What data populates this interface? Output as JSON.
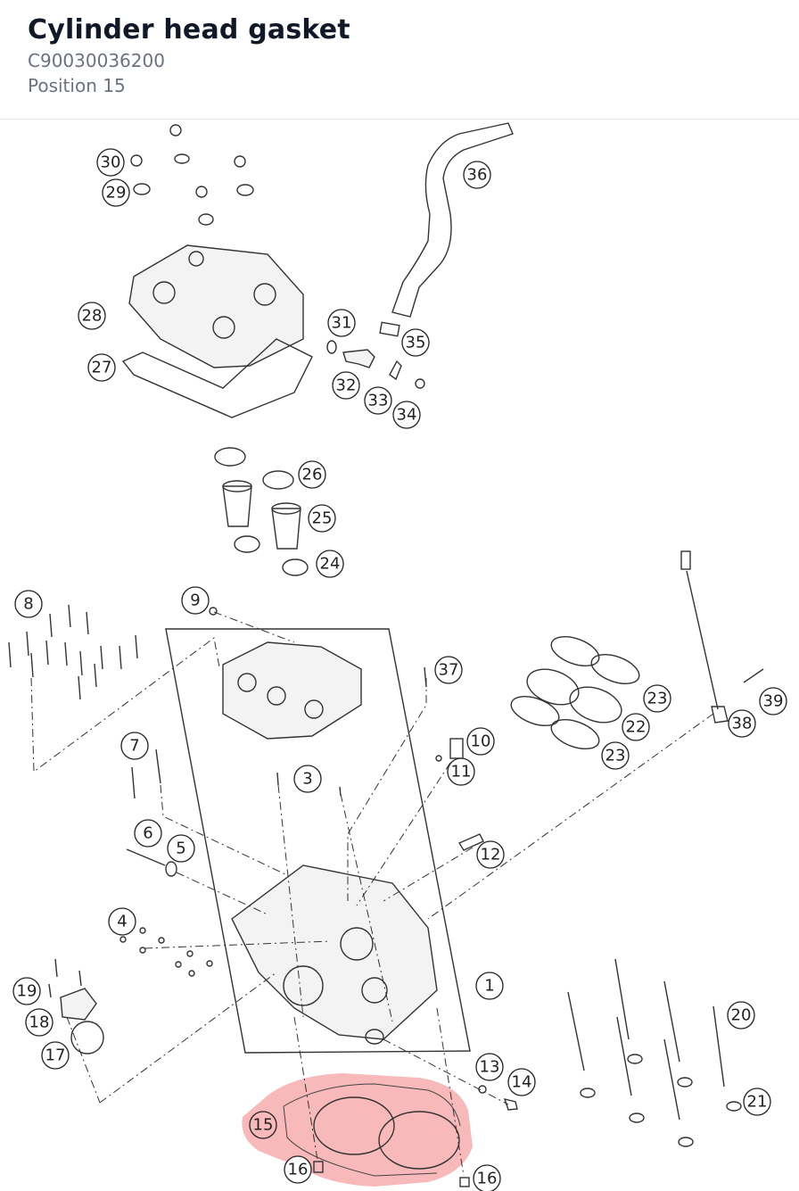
{
  "part": {
    "name": "Cylinder head gasket",
    "number": "C90030036200",
    "position": "Position 15"
  },
  "highlight_color": "#f08080",
  "callouts": [
    {
      "label": "30"
    },
    {
      "label": "29"
    },
    {
      "label": "36"
    },
    {
      "label": "28"
    },
    {
      "label": "31"
    },
    {
      "label": "35"
    },
    {
      "label": "27"
    },
    {
      "label": "32"
    },
    {
      "label": "33"
    },
    {
      "label": "34"
    },
    {
      "label": "26"
    },
    {
      "label": "25"
    },
    {
      "label": "24"
    },
    {
      "label": "8"
    },
    {
      "label": "9"
    },
    {
      "label": "37"
    },
    {
      "label": "23"
    },
    {
      "label": "39"
    },
    {
      "label": "22"
    },
    {
      "label": "38"
    },
    {
      "label": "23"
    },
    {
      "label": "10"
    },
    {
      "label": "7"
    },
    {
      "label": "11"
    },
    {
      "label": "3"
    },
    {
      "label": "6"
    },
    {
      "label": "5"
    },
    {
      "label": "12"
    },
    {
      "label": "4"
    },
    {
      "label": "1"
    },
    {
      "label": "19"
    },
    {
      "label": "20"
    },
    {
      "label": "18"
    },
    {
      "label": "17"
    },
    {
      "label": "13"
    },
    {
      "label": "14"
    },
    {
      "label": "21"
    },
    {
      "label": "15"
    },
    {
      "label": "16"
    },
    {
      "label": "16"
    }
  ]
}
